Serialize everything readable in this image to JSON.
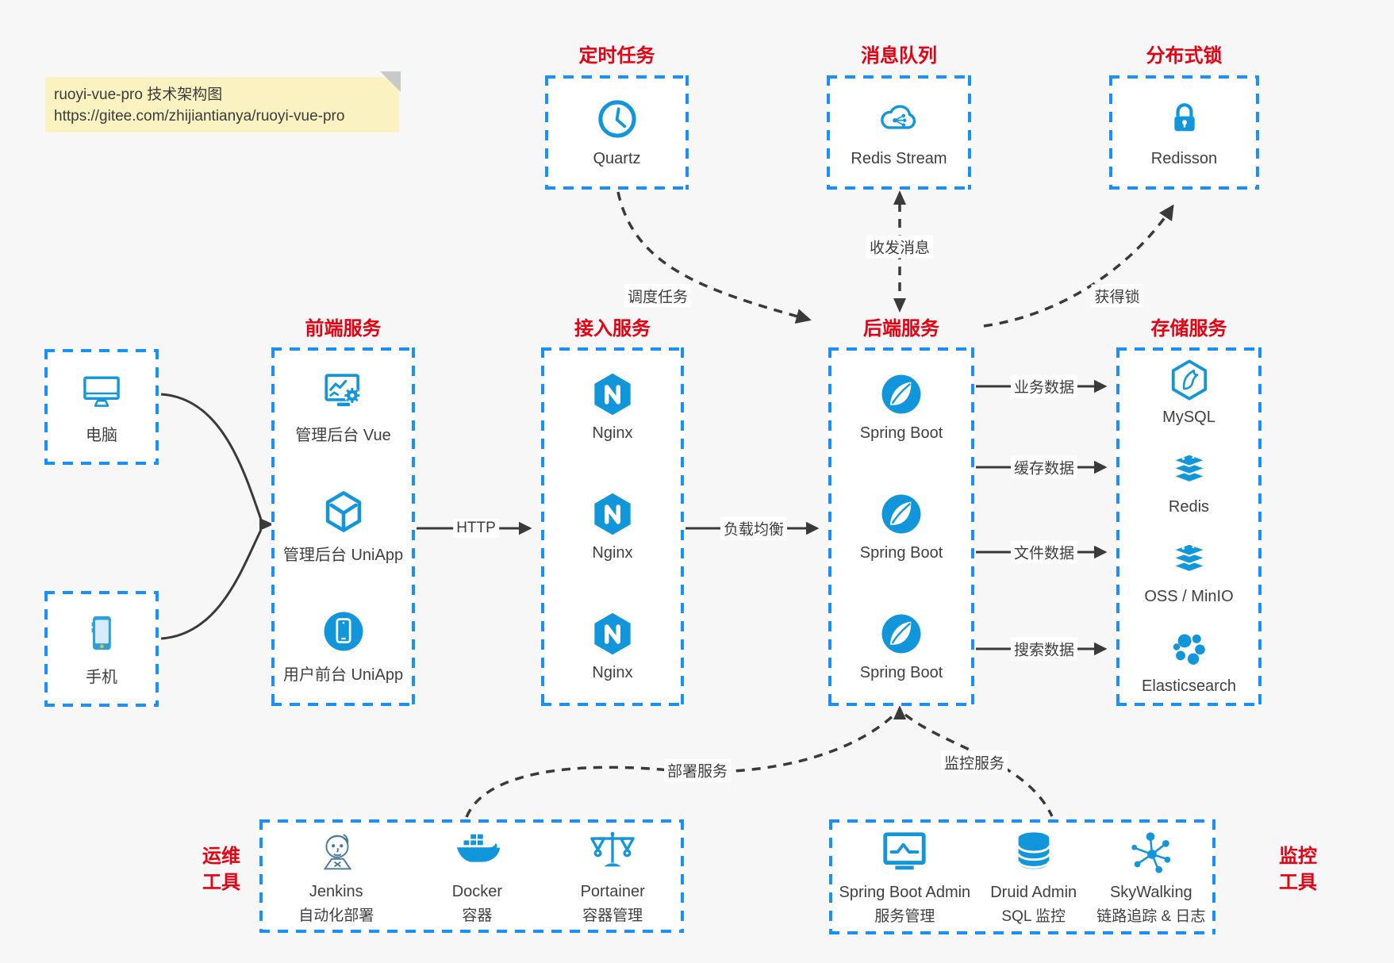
{
  "note": {
    "line1": "ruoyi-vue-pro 技术架构图",
    "line2": "https://gitee.com/zhijiantianya/ruoyi-vue-pro"
  },
  "colors": {
    "background": "#f7f7f7",
    "box_dash_blue": "#1890ff",
    "icon_blue": "#1296db",
    "title_red": "#e60012",
    "line_dark": "#3a3a3a",
    "note_yellow": "#faf3c1"
  },
  "top_services": [
    {
      "title": "定时任务",
      "item": "Quartz",
      "icon": "clock-icon"
    },
    {
      "title": "消息队列",
      "item": "Redis Stream",
      "icon": "cloud-share-icon"
    },
    {
      "title": "分布式锁",
      "item": "Redisson",
      "icon": "lock-icon"
    }
  ],
  "clients": [
    {
      "label": "电脑",
      "icon": "desktop-icon"
    },
    {
      "label": "手机",
      "icon": "smartphone-icon"
    }
  ],
  "columns": {
    "frontend": {
      "title": "前端服务",
      "items": [
        {
          "label": "管理后台 Vue",
          "icon": "admin-vue-icon"
        },
        {
          "label": "管理后台 UniApp",
          "icon": "uniapp-cube-icon"
        },
        {
          "label": "用户前台 UniApp",
          "icon": "user-app-icon"
        }
      ]
    },
    "gateway": {
      "title": "接入服务",
      "items": [
        {
          "label": "Nginx",
          "icon": "nginx-icon"
        },
        {
          "label": "Nginx",
          "icon": "nginx-icon"
        },
        {
          "label": "Nginx",
          "icon": "nginx-icon"
        }
      ]
    },
    "backend": {
      "title": "后端服务",
      "items": [
        {
          "label": "Spring Boot",
          "icon": "spring-icon"
        },
        {
          "label": "Spring Boot",
          "icon": "spring-icon"
        },
        {
          "label": "Spring Boot",
          "icon": "spring-icon"
        }
      ]
    },
    "storage": {
      "title": "存储服务",
      "items": [
        {
          "label": "MySQL",
          "icon": "mysql-icon"
        },
        {
          "label": "Redis",
          "icon": "redis-stack-icon"
        },
        {
          "label": "OSS / MinIO",
          "icon": "oss-stack-icon"
        },
        {
          "label": "Elasticsearch",
          "icon": "elasticsearch-icon"
        }
      ]
    }
  },
  "edges": {
    "http": "HTTP",
    "load_balance": "负载均衡",
    "schedule": "调度任务",
    "messages": "收发消息",
    "lock": "获得锁",
    "business_data": "业务数据",
    "cache_data": "缓存数据",
    "file_data": "文件数据",
    "search_data": "搜索数据",
    "deploy": "部署服务",
    "monitor": "监控服务"
  },
  "ops": {
    "title_line1": "运维",
    "title_line2": "工具",
    "items": [
      {
        "name": "Jenkins",
        "desc": "自动化部署",
        "icon": "jenkins-icon"
      },
      {
        "name": "Docker",
        "desc": "容器",
        "icon": "docker-whale-icon"
      },
      {
        "name": "Portainer",
        "desc": "容器管理",
        "icon": "portainer-scales-icon"
      }
    ]
  },
  "monitoring": {
    "title_line1": "监控",
    "title_line2": "工具",
    "items": [
      {
        "name": "Spring Boot Admin",
        "desc": "服务管理",
        "icon": "spring-boot-admin-icon"
      },
      {
        "name": "Druid Admin",
        "desc": "SQL 监控",
        "icon": "druid-db-icon"
      },
      {
        "name": "SkyWalking",
        "desc": "链路追踪 & 日志",
        "icon": "skywalking-icon"
      }
    ]
  }
}
